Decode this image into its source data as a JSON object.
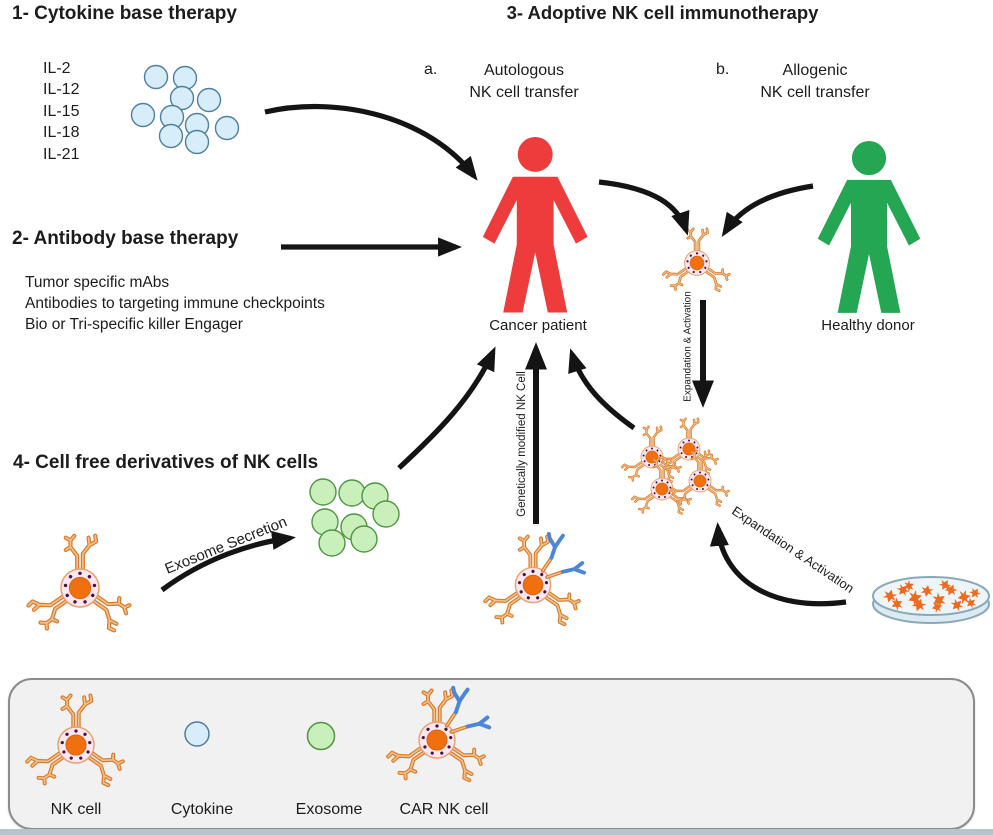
{
  "sections": {
    "cytokine": {
      "heading": "1- Cytokine base therapy",
      "items": [
        "IL-2",
        "IL-12",
        "IL-15",
        "IL-18",
        "IL-21"
      ]
    },
    "antibody": {
      "heading": "2- Antibody base therapy",
      "items": [
        "Tumor specific mAbs",
        "Antibodies to targeting immune checkpoints",
        "Bio or Tri-specific killer Engager"
      ]
    },
    "adoptive": {
      "heading": "3- Adoptive NK cell immunotherapy",
      "a": {
        "marker": "a.",
        "line1": "Autologous",
        "line2": "NK cell transfer"
      },
      "b": {
        "marker": "b.",
        "line1": "Allogenic",
        "line2": "NK cell transfer"
      }
    },
    "cellfree": {
      "heading": "4- Cell free derivatives of NK cells"
    }
  },
  "labels": {
    "cancer_patient": "Cancer patient",
    "healthy_donor": "Healthy donor",
    "exosome_secretion": "Exosome Secretion",
    "genetically_modified": "Genetically modified NK Cell",
    "expansion_activation_vertical": "Expandation & Activation",
    "expansion_activation_diagonal": "Expandation & Activation"
  },
  "legend": {
    "items": [
      {
        "icon": "nk-cell-icon",
        "label": "NK cell"
      },
      {
        "icon": "cytokine-icon",
        "label": "Cytokine"
      },
      {
        "icon": "exosome-icon",
        "label": "Exosome"
      },
      {
        "icon": "car-nk-cell-icon",
        "label": "CAR NK cell"
      }
    ]
  },
  "colors": {
    "cancer_patient": "#ee3c3c",
    "healthy_donor": "#24a653",
    "cytokine_fill": "#d7edf9",
    "cytokine_stroke": "#4e7f9e",
    "exosome_fill": "#c9efbb",
    "exosome_stroke": "#4e9442",
    "nk_nucleus": "#f07010",
    "nk_arm": "#d97b2a",
    "car_blue": "#4d86d8",
    "arrow": "#141414",
    "legend_bg": "#f1f1f1"
  }
}
